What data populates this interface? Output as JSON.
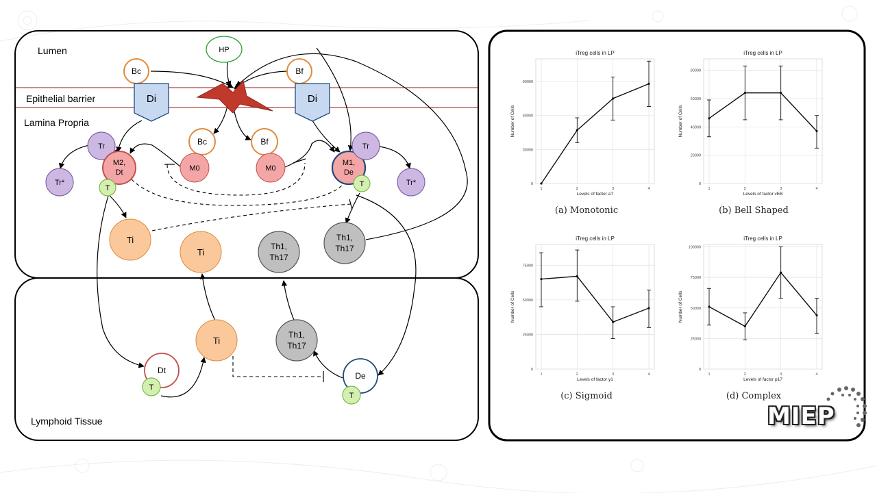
{
  "diagram": {
    "regions": {
      "lumen": "Lumen",
      "epithelial_barrier": "Epithelial barrier",
      "lamina_propria": "Lamina Propria",
      "lymphoid_tissue": "Lymphoid Tissue"
    },
    "nodes": {
      "hp": "HP",
      "bc_top": "Bc",
      "bf_top": "Bf",
      "di_left": "Di",
      "di_right": "Di",
      "bc_mid": "Bc",
      "bf_mid": "Bf",
      "tr_left": "Tr",
      "tr_star_left": "Tr*",
      "m2_dt_1": "M2,",
      "m2_dt_2": "Dt",
      "m0_left": "M0",
      "m0_right": "M0",
      "m1_de_1": "M1,",
      "m1_de_2": "De",
      "tr_right": "Tr",
      "tr_star_right": "Tr*",
      "t_left": "T",
      "t_right": "T",
      "ti_lp1": "Ti",
      "ti_lp2": "Ti",
      "th_lp_mid_1": "Th1,",
      "th_lp_mid_2": "Th17",
      "th_lp_right_1": "Th1,",
      "th_lp_right_2": "Th17",
      "ti_lt": "Ti",
      "th_lt_1": "Th1,",
      "th_lt_2": "Th17",
      "dt_lt": "Dt",
      "t_lt_left": "T",
      "de_lt": "De",
      "t_lt_right": "T"
    },
    "colors": {
      "orange_stroke": "#e08a3c",
      "orange_fill": "#fac89a",
      "red_fill": "#f4a6a6",
      "red_stroke": "#c0504d",
      "purple_fill": "#cdb8e4",
      "purple_stroke": "#8064a2",
      "green_fill": "#d4f0b0",
      "green_stroke": "#7ab648",
      "gray_fill": "#bfbfbf",
      "blue_fill": "#c6d9f1",
      "blue_stroke": "#1f497d",
      "barrier_line": "#b04646",
      "hp_stroke": "#2ca02c",
      "damage_fill": "#c0392b"
    }
  },
  "charts_panel": {
    "logo_text": "MIEP",
    "captions": [
      "(a) Monotonic",
      "(b) Bell Shaped",
      "(c) Sigmoid",
      "(d) Complex"
    ]
  },
  "chart_data": [
    {
      "type": "line",
      "title": "iTreg cells in LP",
      "xlabel": "Levels of factor aT",
      "ylabel": "Number of Cells",
      "x": [
        1,
        2,
        3,
        4
      ],
      "values": [
        0,
        47000,
        75000,
        88000
      ],
      "err_low": [
        0,
        36000,
        56000,
        68000
      ],
      "err_high": [
        0,
        58000,
        94000,
        108000
      ],
      "ylim": [
        0,
        110000
      ],
      "yticks": [
        0,
        30000,
        60000,
        90000
      ],
      "ytick_labels": [
        "0",
        "30000",
        "60000",
        "90000"
      ],
      "grid": true
    },
    {
      "type": "line",
      "title": "iTreg cells in LP",
      "xlabel": "Levels of factor vEB",
      "ylabel": "Number of Cells",
      "x": [
        1,
        2,
        3,
        4
      ],
      "values": [
        46000,
        64000,
        64000,
        37000
      ],
      "err_low": [
        33000,
        45000,
        45000,
        25000
      ],
      "err_high": [
        59000,
        83000,
        83000,
        48000
      ],
      "ylim": [
        0,
        88000
      ],
      "yticks": [
        0,
        20000,
        40000,
        60000,
        80000
      ],
      "ytick_labels": [
        "0",
        "20000",
        "40000",
        "60000",
        "80000"
      ],
      "grid": true
    },
    {
      "type": "line",
      "title": "iTreg cells in LP",
      "xlabel": "Levels of factor y1",
      "ylabel": "Number of Cells",
      "x": [
        1,
        2,
        3,
        4
      ],
      "values": [
        65000,
        67000,
        34000,
        44000
      ],
      "err_low": [
        45000,
        49000,
        22000,
        30000
      ],
      "err_high": [
        84000,
        86000,
        45000,
        57000
      ],
      "ylim": [
        0,
        90000
      ],
      "yticks": [
        0,
        25000,
        50000,
        75000
      ],
      "ytick_labels": [
        "0",
        "25000",
        "50000",
        "75000"
      ],
      "grid": true
    },
    {
      "type": "line",
      "title": "iTreg cells in LP",
      "xlabel": "Levels of factor p17",
      "ylabel": "Number of Cells",
      "x": [
        1,
        2,
        3,
        4
      ],
      "values": [
        51000,
        35000,
        79000,
        44000
      ],
      "err_low": [
        36000,
        24000,
        58000,
        29000
      ],
      "err_high": [
        66000,
        46000,
        100000,
        58000
      ],
      "ylim": [
        0,
        102000
      ],
      "yticks": [
        0,
        25000,
        50000,
        75000,
        100000
      ],
      "ytick_labels": [
        "0",
        "25000",
        "50000",
        "75000",
        "100000"
      ],
      "grid": true
    }
  ]
}
